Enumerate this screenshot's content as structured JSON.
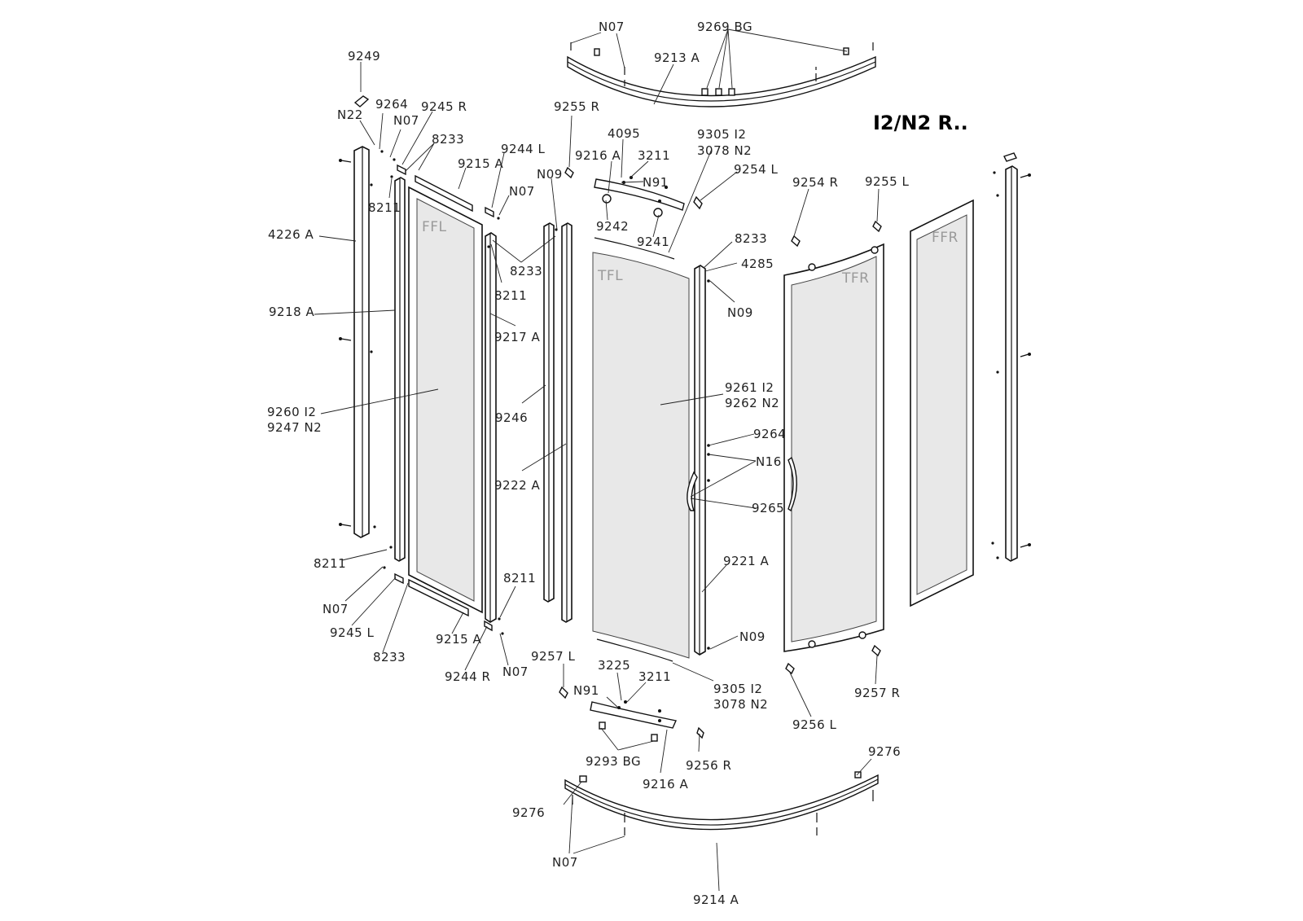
{
  "title": "I2/N2 R..",
  "panels": {
    "ffl": "FFL",
    "tfl": "TFL",
    "tfr": "TFR",
    "ffr": "FFR"
  },
  "labels": {
    "l9249": "9249",
    "lN22": "N22",
    "l9264top": "9264",
    "lN07top": "N07",
    "l9245R": "9245 R",
    "l8233top": "8233",
    "l9215Atop": "9215 A",
    "l9244L": "9244 L",
    "lN07b": "N07",
    "lN09left": "N09",
    "l8211top": "8211",
    "l4226A": "4226 A",
    "l9218A": "9218 A",
    "l8233mid": "8233",
    "l8211mid": "8211",
    "l9217A": "9217 A",
    "l9260": "9260 I2",
    "l9247": "9247 N2",
    "l9246": "9246",
    "l9222A": "9222 A",
    "l8211bot": "8211",
    "lN07bot": "N07",
    "l9245L": "9245 L",
    "l8233bot": "8233",
    "l9215Abot": "9215 A",
    "l8211bot2": "8211",
    "l9244R": "9244 R",
    "lN07bot2": "N07",
    "lN07topcenter": "N07",
    "l9269BG": "9269 BG",
    "l9213A": "9213 A",
    "l9255R": "9255 R",
    "l4095": "4095",
    "l9216Atop": "9216 A",
    "l3211top": "3211",
    "lN91top": "N91",
    "l9242": "9242",
    "l9241": "9241",
    "l9305top": "9305 I2",
    "l3078top": "3078 N2",
    "l9254L": "9254 L",
    "l8233right": "8233",
    "l4285": "4285",
    "lN09right": "N09",
    "l9261": "9261 I2",
    "l9262": "9262 N2",
    "l9264right": "9264",
    "lN16": "N16",
    "l9265": "9265",
    "l9221A": "9221 A",
    "lN09bot": "N09",
    "l9254R": "9254 R",
    "l9255L": "9255 L",
    "l9256L": "9256 L",
    "l9257R": "9257 R",
    "l9257L": "9257 L",
    "l3225": "3225",
    "lN91bot": "N91",
    "l3211bot": "3211",
    "l9305bot": "9305 I2",
    "l3078bot": "3078 N2",
    "l9293BG": "9293 BG",
    "l9216Abot": "9216 A",
    "l9256R": "9256 R",
    "l9276left": "9276",
    "l9276right": "9276",
    "lN07bottom": "N07",
    "l9214A": "9214 A"
  }
}
